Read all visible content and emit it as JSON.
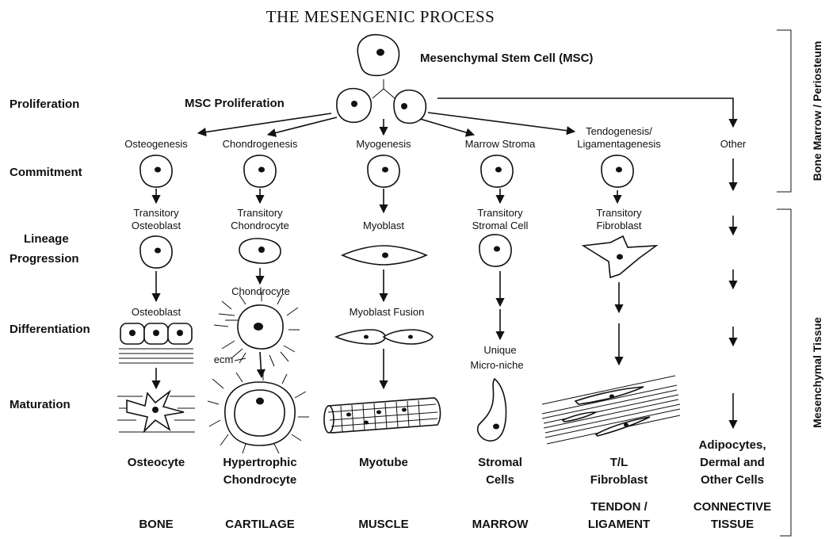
{
  "title": "THE MESENGENIC PROCESS",
  "msc_label": "Mesenchymal Stem Cell (MSC)",
  "msc_proliferation": "MSC Proliferation",
  "stages": {
    "proliferation": "Proliferation",
    "commitment": "Commitment",
    "lineage1": "Lineage",
    "lineage2": "Progression",
    "differentiation": "Differentiation",
    "maturation": "Maturation"
  },
  "lineages": {
    "osteo": {
      "name": "Osteogenesis",
      "transitory1": "Transitory",
      "transitory2": "Osteoblast",
      "diff": "Osteoblast",
      "mature": "Osteocyte",
      "tissue": "BONE"
    },
    "chondro": {
      "name": "Chondrogenesis",
      "transitory1": "Transitory",
      "transitory2": "Chondrocyte",
      "diff": "Chondrocyte",
      "ecm": "ecm",
      "mature1": "Hypertrophic",
      "mature2": "Chondrocyte",
      "tissue": "CARTILAGE"
    },
    "myo": {
      "name": "Myogenesis",
      "progenitor": "Myoblast",
      "diff": "Myoblast Fusion",
      "mature": "Myotube",
      "tissue": "MUSCLE"
    },
    "marrow": {
      "name": "Marrow Stroma",
      "transitory1": "Transitory",
      "transitory2": "Stromal Cell",
      "diff1": "Unique",
      "diff2": "Micro-niche",
      "mature1": "Stromal",
      "mature2": "Cells",
      "tissue": "MARROW"
    },
    "tendo": {
      "name1": "Tendogenesis/",
      "name2": "Ligamentagenesis",
      "transitory1": "Transitory",
      "transitory2": "Fibroblast",
      "mature1": "T/L",
      "mature2": "Fibroblast",
      "tissue1": "TENDON /",
      "tissue2": "LIGAMENT"
    },
    "other": {
      "name": "Other",
      "mature1": "Adipocytes,",
      "mature2": "Dermal and",
      "mature3": "Other Cells",
      "tissue1": "CONNECTIVE",
      "tissue2": "TISSUE"
    }
  },
  "side_labels": {
    "top": "Bone Marrow / Periosteum",
    "bottom": "Mesenchymal Tissue"
  }
}
